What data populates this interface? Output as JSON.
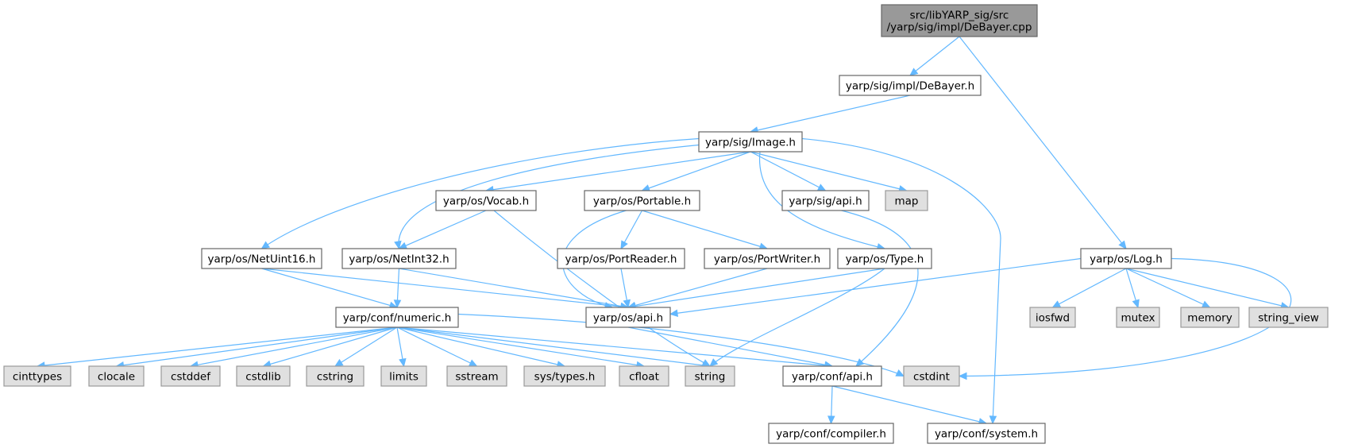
{
  "graph": {
    "root": "src/libYARP_sig/src/yarp/sig/impl/DeBayer.cpp",
    "nodes": [
      {
        "id": "root",
        "lines": [
          "src/libYARP_sig/src",
          "/yarp/sig/impl/DeBayer.cpp"
        ],
        "kind": "root"
      },
      {
        "id": "debayer_h",
        "lines": [
          "yarp/sig/impl/DeBayer.h"
        ],
        "kind": "header"
      },
      {
        "id": "image_h",
        "lines": [
          "yarp/sig/Image.h"
        ],
        "kind": "header"
      },
      {
        "id": "log_h",
        "lines": [
          "yarp/os/Log.h"
        ],
        "kind": "header"
      },
      {
        "id": "vocab_h",
        "lines": [
          "yarp/os/Vocab.h"
        ],
        "kind": "header"
      },
      {
        "id": "portable_h",
        "lines": [
          "yarp/os/Portable.h"
        ],
        "kind": "header"
      },
      {
        "id": "sigapi_h",
        "lines": [
          "yarp/sig/api.h"
        ],
        "kind": "header"
      },
      {
        "id": "map",
        "lines": [
          "map"
        ],
        "kind": "system"
      },
      {
        "id": "netuint16_h",
        "lines": [
          "yarp/os/NetUint16.h"
        ],
        "kind": "header"
      },
      {
        "id": "netint32_h",
        "lines": [
          "yarp/os/NetInt32.h"
        ],
        "kind": "header"
      },
      {
        "id": "portreader_h",
        "lines": [
          "yarp/os/PortReader.h"
        ],
        "kind": "header"
      },
      {
        "id": "portwriter_h",
        "lines": [
          "yarp/os/PortWriter.h"
        ],
        "kind": "header"
      },
      {
        "id": "type_h",
        "lines": [
          "yarp/os/Type.h"
        ],
        "kind": "header"
      },
      {
        "id": "iosfwd",
        "lines": [
          "iosfwd"
        ],
        "kind": "system"
      },
      {
        "id": "mutex",
        "lines": [
          "mutex"
        ],
        "kind": "system"
      },
      {
        "id": "memory",
        "lines": [
          "memory"
        ],
        "kind": "system"
      },
      {
        "id": "string_view",
        "lines": [
          "string_view"
        ],
        "kind": "system"
      },
      {
        "id": "numeric_h",
        "lines": [
          "yarp/conf/numeric.h"
        ],
        "kind": "header"
      },
      {
        "id": "osapi_h",
        "lines": [
          "yarp/os/api.h"
        ],
        "kind": "header"
      },
      {
        "id": "cinttypes",
        "lines": [
          "cinttypes"
        ],
        "kind": "system"
      },
      {
        "id": "clocale",
        "lines": [
          "clocale"
        ],
        "kind": "system"
      },
      {
        "id": "cstddef",
        "lines": [
          "cstddef"
        ],
        "kind": "system"
      },
      {
        "id": "cstdlib",
        "lines": [
          "cstdlib"
        ],
        "kind": "system"
      },
      {
        "id": "cstring",
        "lines": [
          "cstring"
        ],
        "kind": "system"
      },
      {
        "id": "limits",
        "lines": [
          "limits"
        ],
        "kind": "system"
      },
      {
        "id": "sstream",
        "lines": [
          "sstream"
        ],
        "kind": "system"
      },
      {
        "id": "systypes_h",
        "lines": [
          "sys/types.h"
        ],
        "kind": "system"
      },
      {
        "id": "cfloat",
        "lines": [
          "cfloat"
        ],
        "kind": "system"
      },
      {
        "id": "string",
        "lines": [
          "string"
        ],
        "kind": "system"
      },
      {
        "id": "confapi_h",
        "lines": [
          "yarp/conf/api.h"
        ],
        "kind": "header"
      },
      {
        "id": "cstdint",
        "lines": [
          "cstdint"
        ],
        "kind": "system"
      },
      {
        "id": "compiler_h",
        "lines": [
          "yarp/conf/compiler.h"
        ],
        "kind": "header"
      },
      {
        "id": "system_h",
        "lines": [
          "yarp/conf/system.h"
        ],
        "kind": "header"
      }
    ],
    "edges": [
      [
        "root",
        "debayer_h"
      ],
      [
        "root",
        "log_h"
      ],
      [
        "debayer_h",
        "image_h"
      ],
      [
        "image_h",
        "vocab_h"
      ],
      [
        "image_h",
        "portable_h"
      ],
      [
        "image_h",
        "sigapi_h"
      ],
      [
        "image_h",
        "map"
      ],
      [
        "image_h",
        "netuint16_h"
      ],
      [
        "image_h",
        "netint32_h"
      ],
      [
        "image_h",
        "type_h"
      ],
      [
        "image_h",
        "system_h"
      ],
      [
        "vocab_h",
        "netint32_h"
      ],
      [
        "vocab_h",
        "string"
      ],
      [
        "portable_h",
        "portreader_h"
      ],
      [
        "portable_h",
        "portwriter_h"
      ],
      [
        "portable_h",
        "osapi_h"
      ],
      [
        "sigapi_h",
        "confapi_h"
      ],
      [
        "netuint16_h",
        "numeric_h"
      ],
      [
        "netuint16_h",
        "osapi_h"
      ],
      [
        "netint32_h",
        "numeric_h"
      ],
      [
        "netint32_h",
        "osapi_h"
      ],
      [
        "portreader_h",
        "osapi_h"
      ],
      [
        "portwriter_h",
        "osapi_h"
      ],
      [
        "type_h",
        "osapi_h"
      ],
      [
        "type_h",
        "string"
      ],
      [
        "log_h",
        "osapi_h"
      ],
      [
        "log_h",
        "iosfwd"
      ],
      [
        "log_h",
        "mutex"
      ],
      [
        "log_h",
        "memory"
      ],
      [
        "log_h",
        "string_view"
      ],
      [
        "log_h",
        "cstdint"
      ],
      [
        "numeric_h",
        "cinttypes"
      ],
      [
        "numeric_h",
        "clocale"
      ],
      [
        "numeric_h",
        "cstddef"
      ],
      [
        "numeric_h",
        "cstdlib"
      ],
      [
        "numeric_h",
        "cstring"
      ],
      [
        "numeric_h",
        "limits"
      ],
      [
        "numeric_h",
        "sstream"
      ],
      [
        "numeric_h",
        "systypes_h"
      ],
      [
        "numeric_h",
        "cfloat"
      ],
      [
        "numeric_h",
        "string"
      ],
      [
        "numeric_h",
        "confapi_h"
      ],
      [
        "numeric_h",
        "cstdint"
      ],
      [
        "osapi_h",
        "confapi_h"
      ],
      [
        "confapi_h",
        "compiler_h"
      ],
      [
        "confapi_h",
        "system_h"
      ]
    ]
  },
  "colors": {
    "edge": "#63b8ff",
    "root_fill": "#999999",
    "system_fill": "#e0e0e0",
    "header_fill": "#ffffff"
  }
}
